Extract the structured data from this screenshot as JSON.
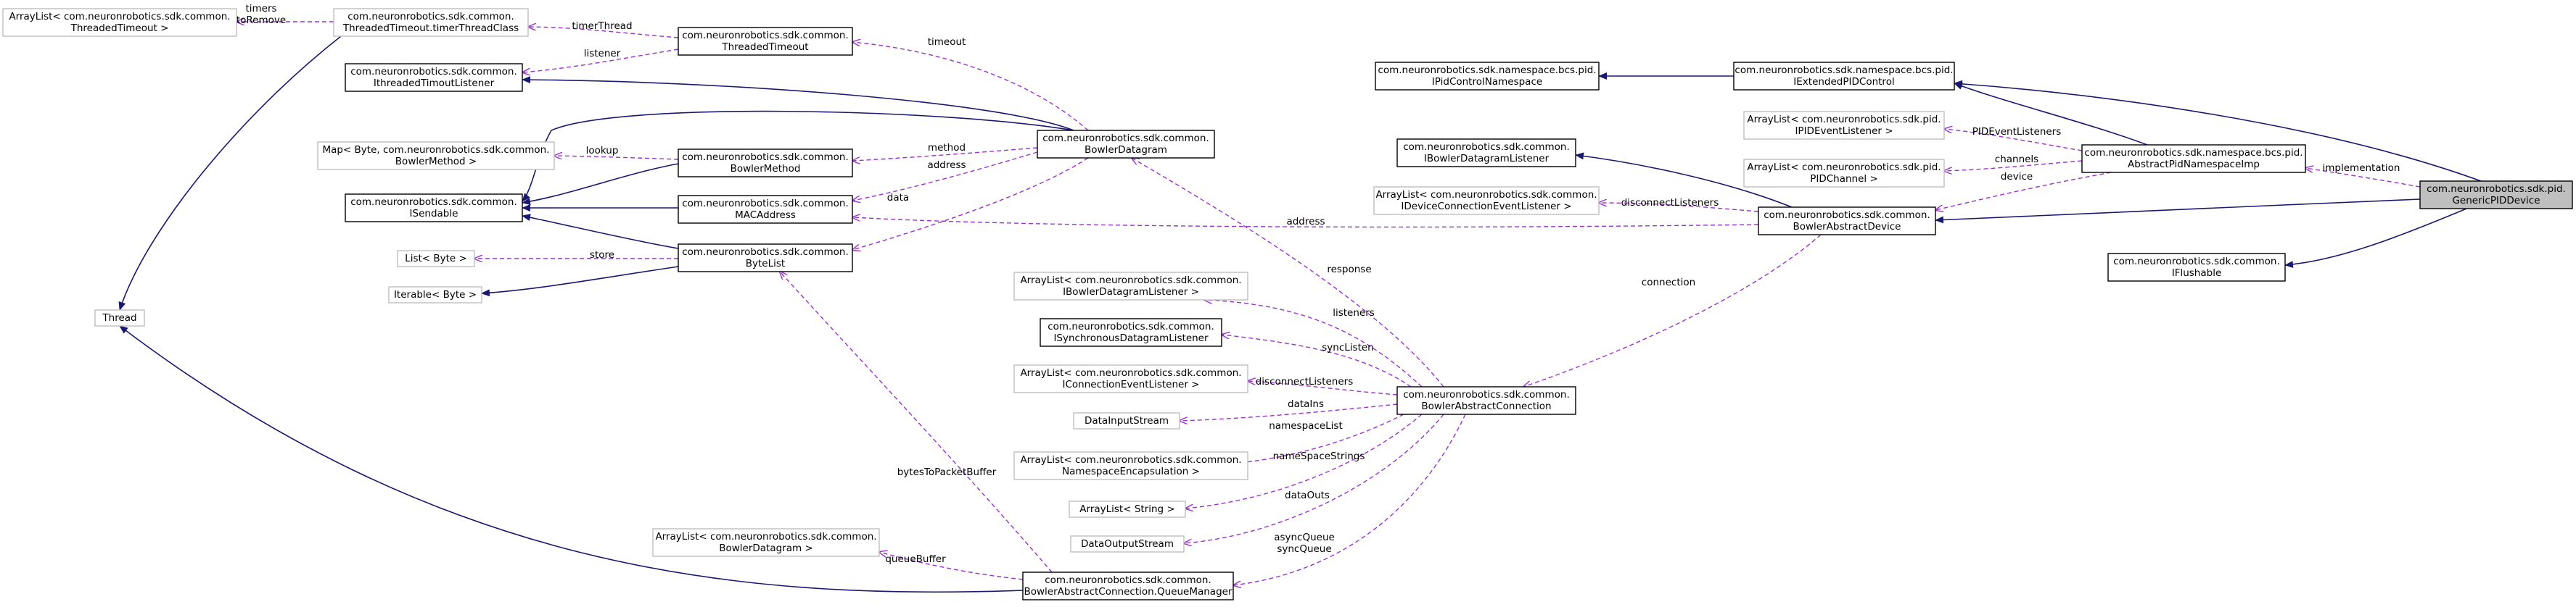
{
  "diagram": {
    "colors": {
      "inheritance": "#191970",
      "usage": "#9a32cd",
      "documented_border": "#000000",
      "undocumented_border": "#bfbfbf",
      "focus_fill": "#bfbfbf"
    },
    "nodes": [
      {
        "id": "arraylist_threadedtimeout",
        "lines": [
          "ArrayList< com.neuronrobotics.sdk.common.",
          "ThreadedTimeout >"
        ],
        "style": "undocumented"
      },
      {
        "id": "timertimeout_class",
        "lines": [
          "com.neuronrobotics.sdk.common.",
          "ThreadedTimeout.timerThreadClass"
        ],
        "style": "undocumented"
      },
      {
        "id": "threadedtimeout",
        "lines": [
          "com.neuronrobotics.sdk.common.",
          "ThreadedTimeout"
        ],
        "style": "documented"
      },
      {
        "id": "ithreadedtimeoutlistener",
        "lines": [
          "com.neuronrobotics.sdk.common.",
          "IthreadedTimoutListener"
        ],
        "style": "documented"
      },
      {
        "id": "map_bowlermethod",
        "lines": [
          "Map< Byte, com.neuronrobotics.sdk.common.",
          "BowlerMethod >"
        ],
        "style": "undocumented"
      },
      {
        "id": "isendable",
        "lines": [
          "com.neuronrobotics.sdk.common.",
          "ISendable"
        ],
        "style": "documented"
      },
      {
        "id": "bowlermethod",
        "lines": [
          "com.neuronrobotics.sdk.common.",
          "BowlerMethod"
        ],
        "style": "documented"
      },
      {
        "id": "macaddress",
        "lines": [
          "com.neuronrobotics.sdk.common.",
          "MACAddress"
        ],
        "style": "documented"
      },
      {
        "id": "bowlerdatagram",
        "lines": [
          "com.neuronrobotics.sdk.common.",
          "BowlerDatagram"
        ],
        "style": "documented"
      },
      {
        "id": "list_byte",
        "lines": [
          "List< Byte >"
        ],
        "style": "undocumented"
      },
      {
        "id": "bytelist",
        "lines": [
          "com.neuronrobotics.sdk.common.",
          "ByteList"
        ],
        "style": "documented"
      },
      {
        "id": "iterable_byte",
        "lines": [
          "Iterable< Byte >"
        ],
        "style": "undocumented"
      },
      {
        "id": "thread",
        "lines": [
          "Thread"
        ],
        "style": "undocumented"
      },
      {
        "id": "arraylist_ibowlerdatagramlistener",
        "lines": [
          "ArrayList< com.neuronrobotics.sdk.common.",
          "IBowlerDatagramListener >"
        ],
        "style": "undocumented"
      },
      {
        "id": "isynchronousdatagramlistener",
        "lines": [
          "com.neuronrobotics.sdk.common.",
          "ISynchronousDatagramListener"
        ],
        "style": "documented"
      },
      {
        "id": "arraylist_iconnectioneventlistener",
        "lines": [
          "ArrayList< com.neuronrobotics.sdk.common.",
          "IConnectionEventListener >"
        ],
        "style": "undocumented"
      },
      {
        "id": "datainputstream",
        "lines": [
          "DataInputStream"
        ],
        "style": "undocumented"
      },
      {
        "id": "arraylist_namespaceencapsulation",
        "lines": [
          "ArrayList< com.neuronrobotics.sdk.common.",
          "NamespaceEncapsulation >"
        ],
        "style": "undocumented"
      },
      {
        "id": "arraylist_string",
        "lines": [
          "ArrayList< String >"
        ],
        "style": "undocumented"
      },
      {
        "id": "dataoutputstream",
        "lines": [
          "DataOutputStream"
        ],
        "style": "undocumented"
      },
      {
        "id": "arraylist_bowlerdatagram",
        "lines": [
          "ArrayList< com.neuronrobotics.sdk.common.",
          "BowlerDatagram >"
        ],
        "style": "undocumented"
      },
      {
        "id": "queuemanager",
        "lines": [
          "com.neuronrobotics.sdk.common.",
          "BowlerAbstractConnection.QueueManager"
        ],
        "style": "documented"
      },
      {
        "id": "bowlerabstractconnection",
        "lines": [
          "com.neuronrobotics.sdk.common.",
          "BowlerAbstractConnection"
        ],
        "style": "documented"
      },
      {
        "id": "ipidcontrolnamespace",
        "lines": [
          "com.neuronrobotics.sdk.namespace.bcs.pid.",
          "IPidControlNamespace"
        ],
        "style": "documented"
      },
      {
        "id": "iextendedpidcontrol",
        "lines": [
          "com.neuronrobotics.sdk.namespace.bcs.pid.",
          "IExtendedPIDControl"
        ],
        "style": "documented"
      },
      {
        "id": "arraylist_ipideventlistener",
        "lines": [
          "ArrayList< com.neuronrobotics.sdk.pid.",
          "IPIDEventListener >"
        ],
        "style": "undocumented"
      },
      {
        "id": "ibowlerdatagramlistener",
        "lines": [
          "com.neuronrobotics.sdk.common.",
          "IBowlerDatagramListener"
        ],
        "style": "documented"
      },
      {
        "id": "arraylist_pidchannel",
        "lines": [
          "ArrayList< com.neuronrobotics.sdk.pid.",
          "PIDChannel >"
        ],
        "style": "undocumented"
      },
      {
        "id": "abstractpidnamespaceimp",
        "lines": [
          "com.neuronrobotics.sdk.namespace.bcs.pid.",
          "AbstractPidNamespaceImp"
        ],
        "style": "documented"
      },
      {
        "id": "arraylist_ideviceconnectioneventlistener",
        "lines": [
          "ArrayList< com.neuronrobotics.sdk.common.",
          "IDeviceConnectionEventListener >"
        ],
        "style": "undocumented"
      },
      {
        "id": "bowlerabstractdevice",
        "lines": [
          "com.neuronrobotics.sdk.common.",
          "BowlerAbstractDevice"
        ],
        "style": "documented"
      },
      {
        "id": "genericpiddevice",
        "lines": [
          "com.neuronrobotics.sdk.pid.",
          "GenericPIDDevice"
        ],
        "style": "focus"
      },
      {
        "id": "iflushable",
        "lines": [
          "com.neuronrobotics.sdk.common.",
          "IFlushable"
        ],
        "style": "documented"
      }
    ],
    "edge_labels": [
      {
        "id": "lbl-timers",
        "lines": [
          "timers",
          "toRemove"
        ]
      },
      {
        "id": "lbl-timerthread",
        "lines": [
          "timerThread"
        ]
      },
      {
        "id": "lbl-listener",
        "lines": [
          "listener"
        ]
      },
      {
        "id": "lbl-timeout",
        "lines": [
          "timeout"
        ]
      },
      {
        "id": "lbl-lookup",
        "lines": [
          "lookup"
        ]
      },
      {
        "id": "lbl-method",
        "lines": [
          "method"
        ]
      },
      {
        "id": "lbl-address-dg",
        "lines": [
          "address"
        ]
      },
      {
        "id": "lbl-data",
        "lines": [
          "data"
        ]
      },
      {
        "id": "lbl-store",
        "lines": [
          "store"
        ]
      },
      {
        "id": "lbl-response",
        "lines": [
          "response"
        ]
      },
      {
        "id": "lbl-listeners",
        "lines": [
          "listeners"
        ]
      },
      {
        "id": "lbl-synclisten",
        "lines": [
          "syncListen"
        ]
      },
      {
        "id": "lbl-disconnect-conn",
        "lines": [
          "disconnectListeners"
        ]
      },
      {
        "id": "lbl-datains",
        "lines": [
          "dataIns"
        ]
      },
      {
        "id": "lbl-namespacelist",
        "lines": [
          "namespaceList"
        ]
      },
      {
        "id": "lbl-namespacestrings",
        "lines": [
          "nameSpaceStrings"
        ]
      },
      {
        "id": "lbl-dataouts",
        "lines": [
          "dataOuts"
        ]
      },
      {
        "id": "lbl-async",
        "lines": [
          "asyncQueue",
          "syncQueue"
        ]
      },
      {
        "id": "lbl-queuebuffer",
        "lines": [
          "queueBuffer"
        ]
      },
      {
        "id": "lbl-bytestopacket",
        "lines": [
          "bytesToPacketBuffer"
        ]
      },
      {
        "id": "lbl-address-dev",
        "lines": [
          "address"
        ]
      },
      {
        "id": "lbl-disconnect-dev",
        "lines": [
          "disconnectListeners"
        ]
      },
      {
        "id": "lbl-connection",
        "lines": [
          "connection"
        ]
      },
      {
        "id": "lbl-pideventlisteners",
        "lines": [
          "PIDEventListeners"
        ]
      },
      {
        "id": "lbl-channels",
        "lines": [
          "channels"
        ]
      },
      {
        "id": "lbl-device",
        "lines": [
          "device"
        ]
      },
      {
        "id": "lbl-implementation",
        "lines": [
          "implementation"
        ]
      }
    ]
  }
}
